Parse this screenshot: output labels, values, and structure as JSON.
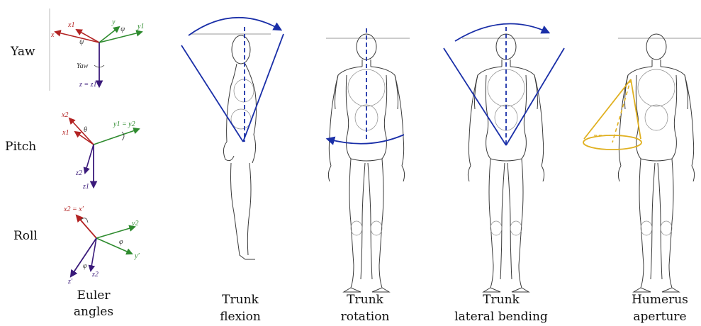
{
  "euler": {
    "rows": [
      {
        "label": "Yaw",
        "angle": "ψ",
        "rotation": "Yaw",
        "axes": {
          "x": "x",
          "x1": "x1",
          "y": "y",
          "y1": "y1",
          "z": "z = z1"
        }
      },
      {
        "label": "Pitch",
        "angle": "θ",
        "axes": {
          "x2": "x2",
          "x1": "x1",
          "y": "y1 = y2",
          "z2": "z2",
          "z1": "z1"
        }
      },
      {
        "label": "Roll",
        "angle": "φ",
        "axes": {
          "x": "x2 = x′",
          "y2": "y2",
          "yp": "y′",
          "zp": "z′",
          "z2": "z2"
        }
      }
    ],
    "colors": {
      "x": "#b22222",
      "y": "#2e8b2e",
      "z": "#3a1a7a"
    }
  },
  "captions": [
    {
      "line1": "Euler",
      "line2": "angles"
    },
    {
      "line1": "Trunk",
      "line2": "flexion"
    },
    {
      "line1": "Trunk",
      "line2": "rotation"
    },
    {
      "line1": "Trunk",
      "line2": "lateral bending"
    },
    {
      "line1": "Humerus",
      "line2": "aperture"
    }
  ],
  "colors": {
    "range": "#1a2fa8",
    "cone": "#e0b020"
  }
}
